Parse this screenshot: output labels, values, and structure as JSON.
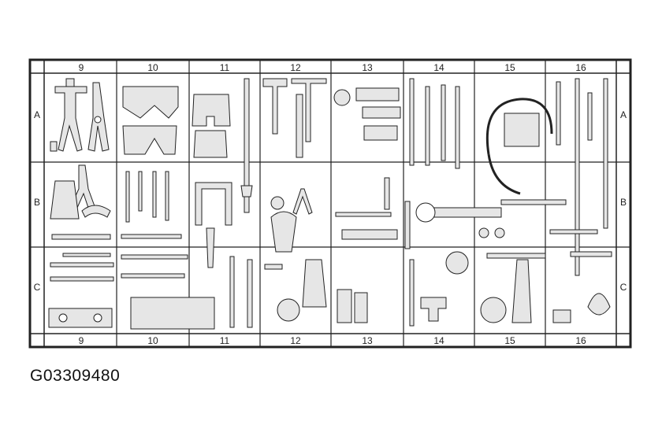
{
  "board": {
    "column_labels": [
      "9",
      "10",
      "11",
      "12",
      "13",
      "14",
      "15",
      "16"
    ],
    "row_labels": [
      "A",
      "B",
      "C"
    ]
  },
  "caption": "G03309480",
  "colors": {
    "line": "#222222",
    "tool_fill": "#e6e6e6",
    "board_bg": "#ffffff"
  }
}
